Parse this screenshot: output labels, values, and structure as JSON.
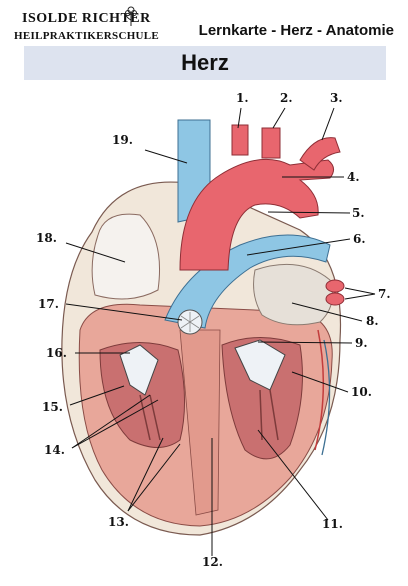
{
  "header": {
    "logo_line1": "ISOLDE RICHTER",
    "logo_line2": "HEILPRAKTIKERSCHULE",
    "title": "Lernkarte - Herz - Anatomie"
  },
  "main_title": "Herz",
  "labels": {
    "n1": "1.",
    "n2": "2.",
    "n3": "3.",
    "n4": "4.",
    "n5": "5.",
    "n6": "6.",
    "n7": "7.",
    "n8": "8.",
    "n9": "9.",
    "n10": "10.",
    "n11": "11.",
    "n12": "12.",
    "n13": "13.",
    "n14": "14.",
    "n15": "15.",
    "n16": "16.",
    "n17": "17.",
    "n18": "18.",
    "n19": "19."
  },
  "colors": {
    "artery": "#e8666e",
    "vein": "#8ec6e4",
    "muscle": "#e8a79a",
    "inner": "#c97070",
    "valve": "#eef2f6",
    "fat": "#efe7dc"
  }
}
